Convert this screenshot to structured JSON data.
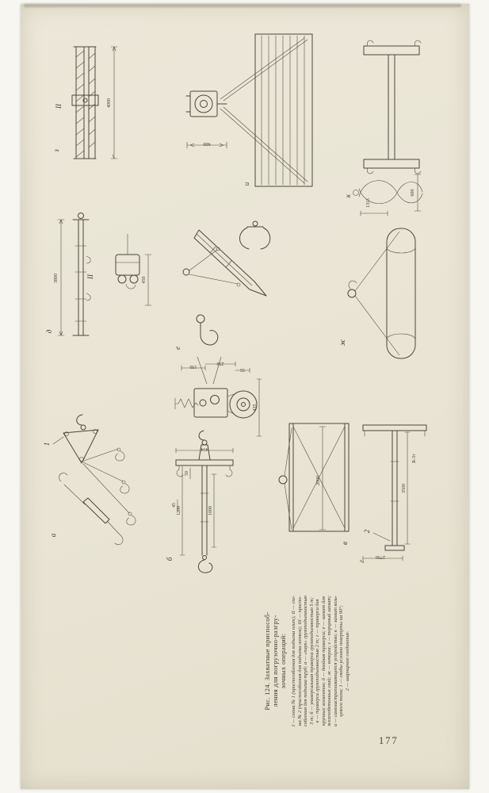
{
  "page": {
    "number": "177",
    "caption": {
      "title_lines": [
        "Рис. 124. Захватные приспособ-",
        "ления для погрузочно-разгру-",
        "зочных операций:"
      ],
      "legend_lines": [
        "I — схема № 1 (приспособления для подъема плит); II — схе-",
        "ма № 2 (приспособления для подъема лотков); III — приспо-",
        "собления для подъема труб; а — «паук» грузоподъемностью",
        "3 т; б — универсальная траверса грузоподъемностью 5 т;",
        "в — траверса грузоподъемностью 2 т; г — траверса для",
        "крупных элементов; д — двойная траверса; е — захват для",
        "железобетонных свай; ж — кочерга; з — торцовый захват;",
        "и — самозастрапливающееся устройство; к — захват коль-",
        "цевого типа; 1 — скобы условно повернуты на 90°;",
        "2 — шарнирное соединение."
      ]
    }
  },
  "figures": {
    "z": {
      "label": "з",
      "roman": "II",
      "dim_4000": "4000"
    },
    "i": {
      "label": "и",
      "dim_600": "600"
    },
    "k": {
      "label": "к",
      "dim_1315": "1315",
      "dim_600": "600"
    },
    "d": {
      "label": "д",
      "roman": "II",
      "dim_3800": "3800",
      "dim_450": "450"
    },
    "e": {
      "label": "е"
    },
    "zh": {
      "label": "ж"
    },
    "detail": {
      "dim_150": "150",
      "dim_250": "250",
      "dim_55": "55",
      "dim_435": "435"
    },
    "a": {
      "label": "а",
      "callout_1": "1"
    },
    "b": {
      "label": "б",
      "dim_414": "414",
      "dim_50": "50",
      "dim_45": "45",
      "dim_1200": "1200",
      "dim_1000": "1000"
    },
    "v": {
      "label": "в",
      "dim_2000": "2000"
    },
    "g": {
      "label": "г",
      "callout_2": "2",
      "dim_3500": "3500",
      "dim_2750": "2750",
      "load_note": "R-3т"
    }
  }
}
